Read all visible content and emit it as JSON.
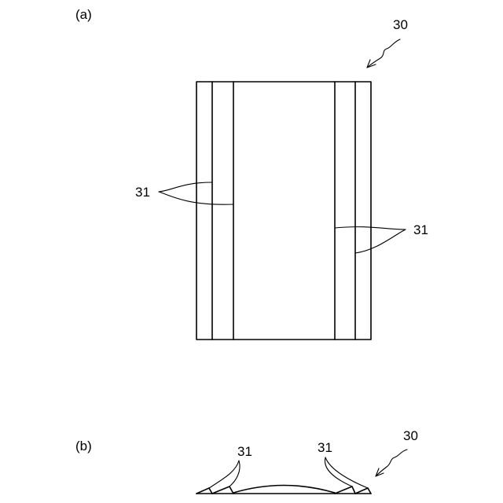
{
  "panel_a": {
    "label": "(a)",
    "assembly_ref": "30",
    "strip_ref_left": "31",
    "strip_ref_right": "31"
  },
  "panel_b": {
    "label": "(b)",
    "assembly_ref": "30",
    "strip_ref_left": "31",
    "strip_ref_right": "31"
  },
  "colors": {
    "line": "#000000",
    "background": "#ffffff"
  }
}
